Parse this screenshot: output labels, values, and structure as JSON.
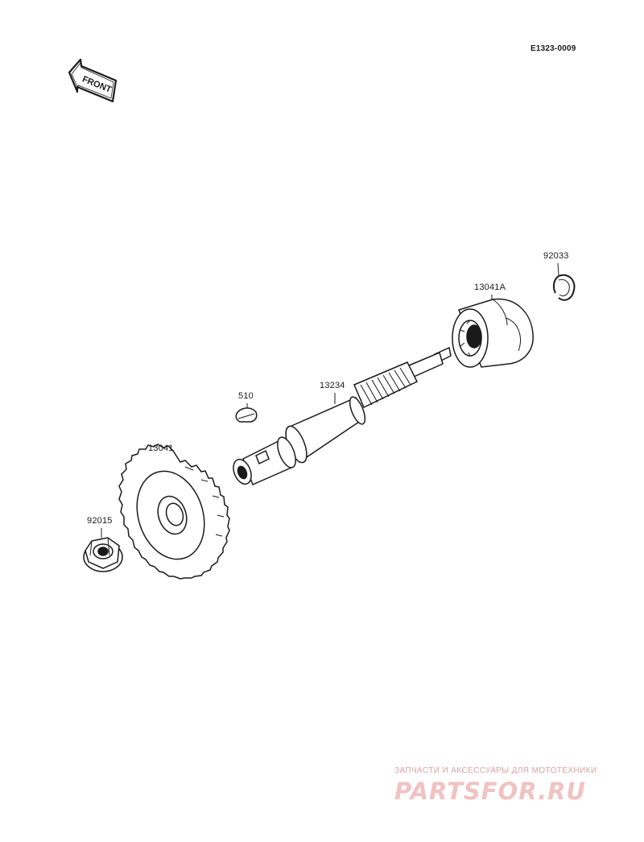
{
  "diagram": {
    "reference_code": "E1323-0009",
    "front_badge": "FRONT",
    "parts": [
      {
        "number": "92033",
        "icon": "circlip-icon"
      },
      {
        "number": "13041A",
        "icon": "gear-hub-icon"
      },
      {
        "number": "13234",
        "icon": "shaft-icon"
      },
      {
        "number": "510",
        "icon": "woodruff-key-icon"
      },
      {
        "number": "13041",
        "icon": "spur-gear-icon"
      },
      {
        "number": "92015",
        "icon": "flange-nut-icon"
      }
    ]
  },
  "watermark": {
    "caption": "ЗАПЧАСТИ И АКСЕССУАРЫ ДЛЯ МОТОТЕХНИКИ",
    "logo": "PARTSFOR.RU"
  },
  "colors": {
    "line": "#1a1a1a",
    "watermark_caption": "#d9a3a3",
    "watermark_logo": "#f0c2c2"
  }
}
